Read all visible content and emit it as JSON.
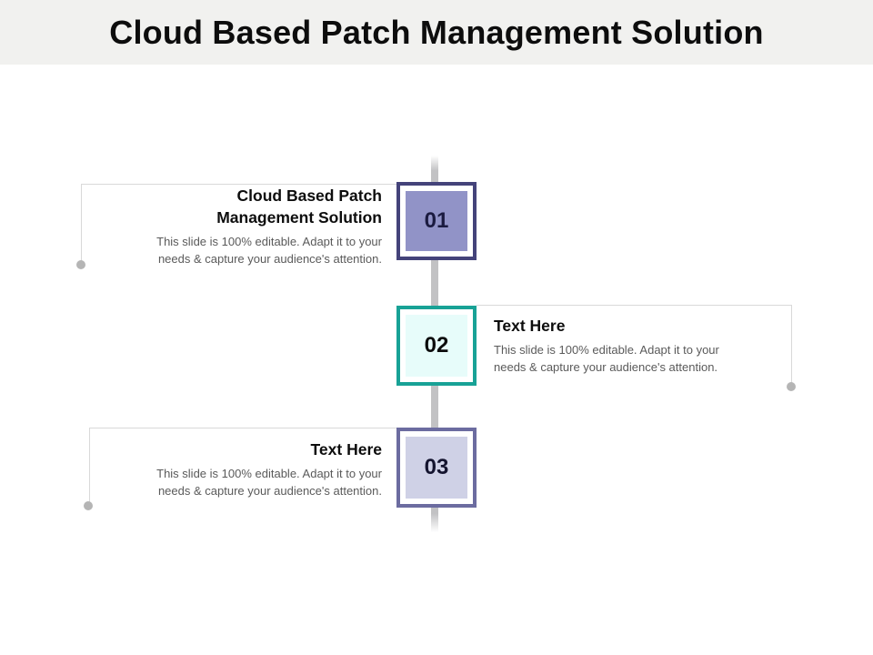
{
  "slide": {
    "title": "Cloud Based Patch Management Solution"
  },
  "colors": {
    "page_background": "#ffffff",
    "header_band": "#f1f1ef",
    "title_text": "#0d0d0d",
    "spine": "#c2c2c4",
    "frame_line": "#d9d9d9",
    "connector_dot": "#b5b5b5",
    "heading_text": "#0d0d0d",
    "body_text": "#5a5a5a"
  },
  "steps": [
    {
      "number": "01",
      "heading": "Cloud Based Patch\nManagement Solution",
      "body": "This slide is 100% editable.  Adapt it to your\nneeds & capture your audience's attention.",
      "side": "left",
      "border_color": "#44437a",
      "fill_color": "#9193c7",
      "number_color": "#1b1b40"
    },
    {
      "number": "02",
      "heading": "Text Here",
      "body": "This slide is 100% editable.  Adapt it to your\nneeds & capture your audience's attention.",
      "side": "right",
      "border_color": "#18a296",
      "fill_color": "#e7fcfa",
      "number_color": "#0c0c0c"
    },
    {
      "number": "03",
      "heading": "Text Here",
      "body": "This slide is 100% editable.  Adapt it to your\nneeds & capture your audience's attention.",
      "side": "left",
      "border_color": "#6c6ca0",
      "fill_color": "#cfd1e6",
      "number_color": "#14142f"
    }
  ]
}
